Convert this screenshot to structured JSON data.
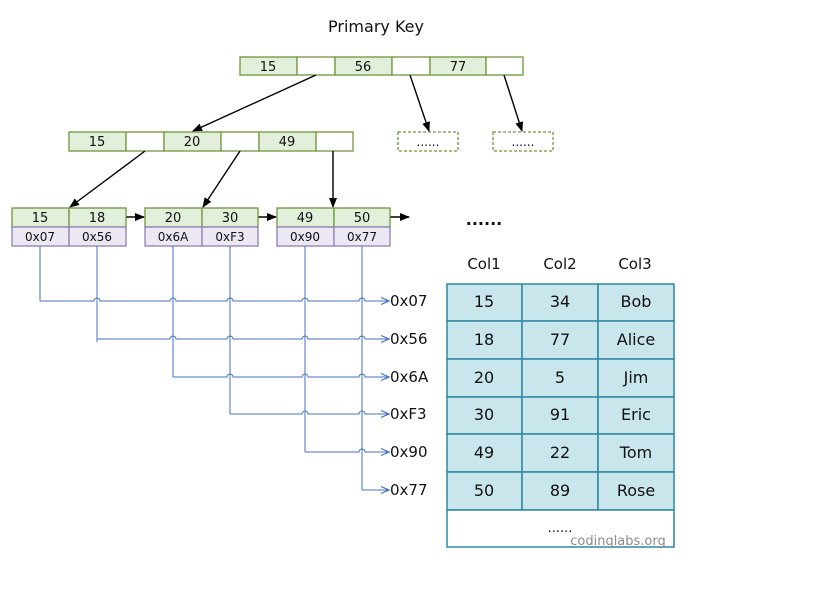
{
  "title": "Primary Key",
  "root_node": {
    "keys": [
      "15",
      "56",
      "77"
    ]
  },
  "level2_node": {
    "keys": [
      "15",
      "20",
      "49"
    ]
  },
  "ellipsis_nodes": [
    "......",
    "......"
  ],
  "leaves": [
    {
      "keys": [
        "15",
        "18"
      ],
      "ptrs": [
        "0x07",
        "0x56"
      ]
    },
    {
      "keys": [
        "20",
        "30"
      ],
      "ptrs": [
        "0x6A",
        "0xF3"
      ]
    },
    {
      "keys": [
        "49",
        "50"
      ],
      "ptrs": [
        "0x90",
        "0x77"
      ]
    }
  ],
  "leaf_continuation": "......",
  "address_labels": [
    "0x07",
    "0x56",
    "0x6A",
    "0xF3",
    "0x90",
    "0x77"
  ],
  "table": {
    "columns": [
      "Col1",
      "Col2",
      "Col3"
    ],
    "rows": [
      [
        "15",
        "34",
        "Bob"
      ],
      [
        "18",
        "77",
        "Alice"
      ],
      [
        "20",
        "5",
        "Jim"
      ],
      [
        "30",
        "91",
        "Eric"
      ],
      [
        "49",
        "22",
        "Tom"
      ],
      [
        "50",
        "89",
        "Rose"
      ]
    ],
    "footer": "......"
  },
  "watermark": "codinglabs.org",
  "colors": {
    "key_fill": "#e2efda",
    "key_border": "#70963a",
    "ptr_fill": "#ece8f3",
    "ptr_border": "#8f7fb3",
    "table_fill": "#c9e6ed",
    "table_border": "#2e87a0",
    "link_line": "#4472c4",
    "dashed_border": "#70963a"
  }
}
